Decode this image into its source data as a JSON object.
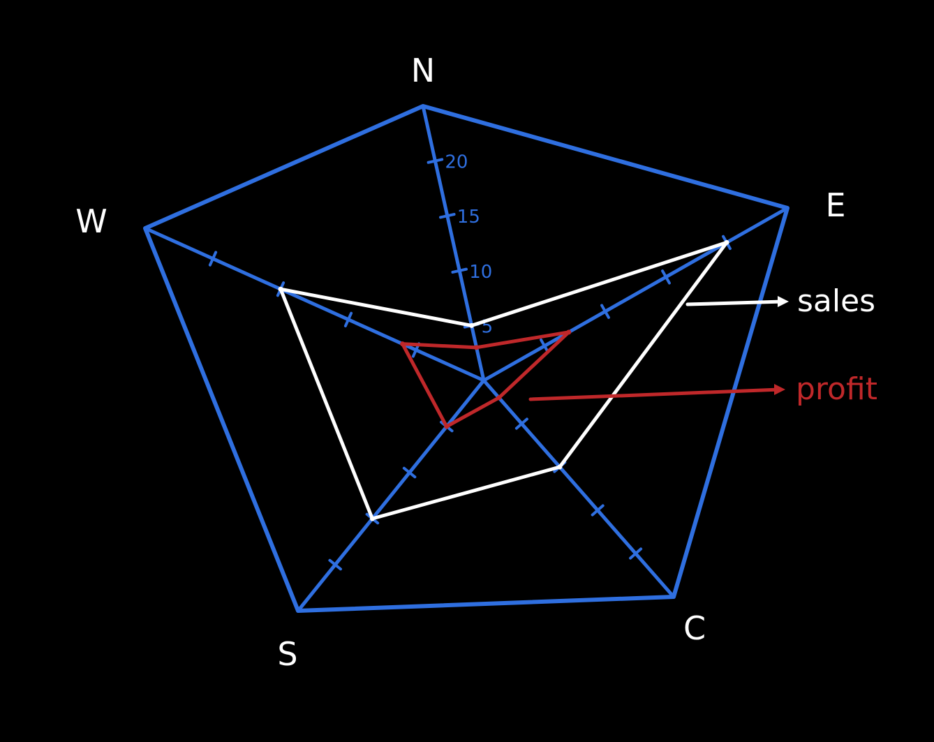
{
  "chart_data": {
    "type": "radar",
    "axes": [
      "N",
      "E",
      "C",
      "S",
      "W"
    ],
    "r_ticks": [
      5,
      10,
      15,
      20
    ],
    "r_max": 25,
    "grid": true,
    "series": [
      {
        "name": "sales",
        "values": [
          5,
          20,
          10,
          15,
          15
        ]
      },
      {
        "name": "profit",
        "values": [
          3,
          7,
          2,
          5,
          6
        ]
      }
    ],
    "colors": {
      "background": "#000000",
      "axes": "#2f6fe0",
      "sales": "#ffffff",
      "profit": "#c0282a"
    }
  }
}
